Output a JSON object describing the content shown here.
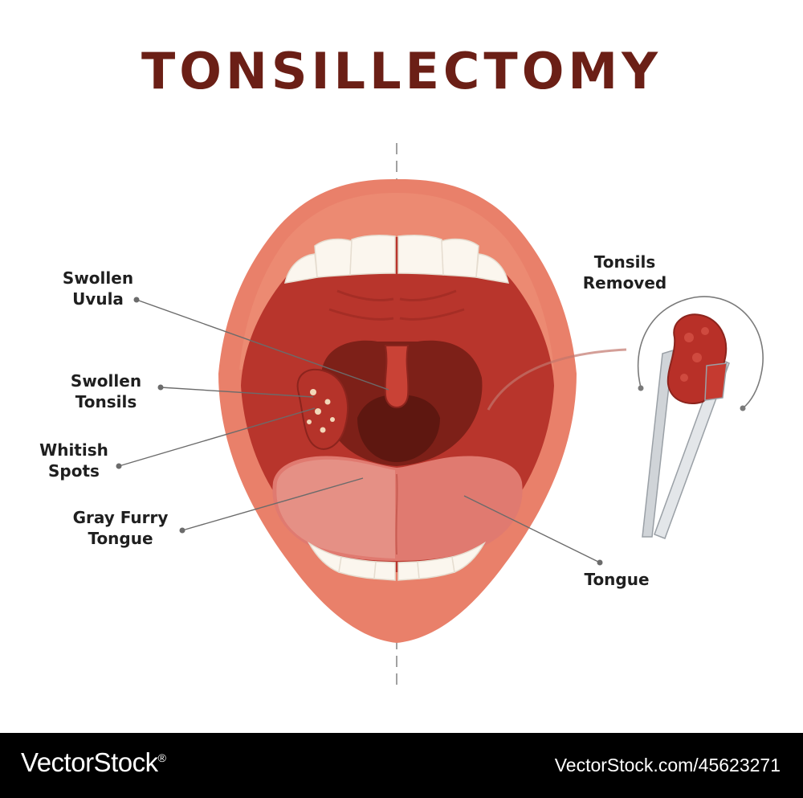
{
  "title": "TONSILLECTOMY",
  "labels": {
    "swollen_uvula": [
      "Swollen",
      "Uvula"
    ],
    "swollen_tonsils": [
      "Swollen",
      "Tonsils"
    ],
    "whitish_spots": [
      "Whitish",
      "Spots"
    ],
    "gray_furry_tongue": [
      "Gray Furry",
      "Tongue"
    ],
    "tonsils_removed": [
      "Tonsils",
      "Removed"
    ],
    "tongue": "Tongue"
  },
  "footer": {
    "brand": "VectorStock",
    "brand_mark": "®",
    "image_ref": "VectorStock.com/45623271"
  },
  "colors": {
    "title": "#6b1f16",
    "lips": "#e9806a",
    "mouth_interior": "#b8352c",
    "throat": "#5e1710",
    "tongue": "#e07a70",
    "teeth": "#fbf6ee",
    "tweezers": "#d0d4d8",
    "tonsil_removed": "#b83028"
  }
}
